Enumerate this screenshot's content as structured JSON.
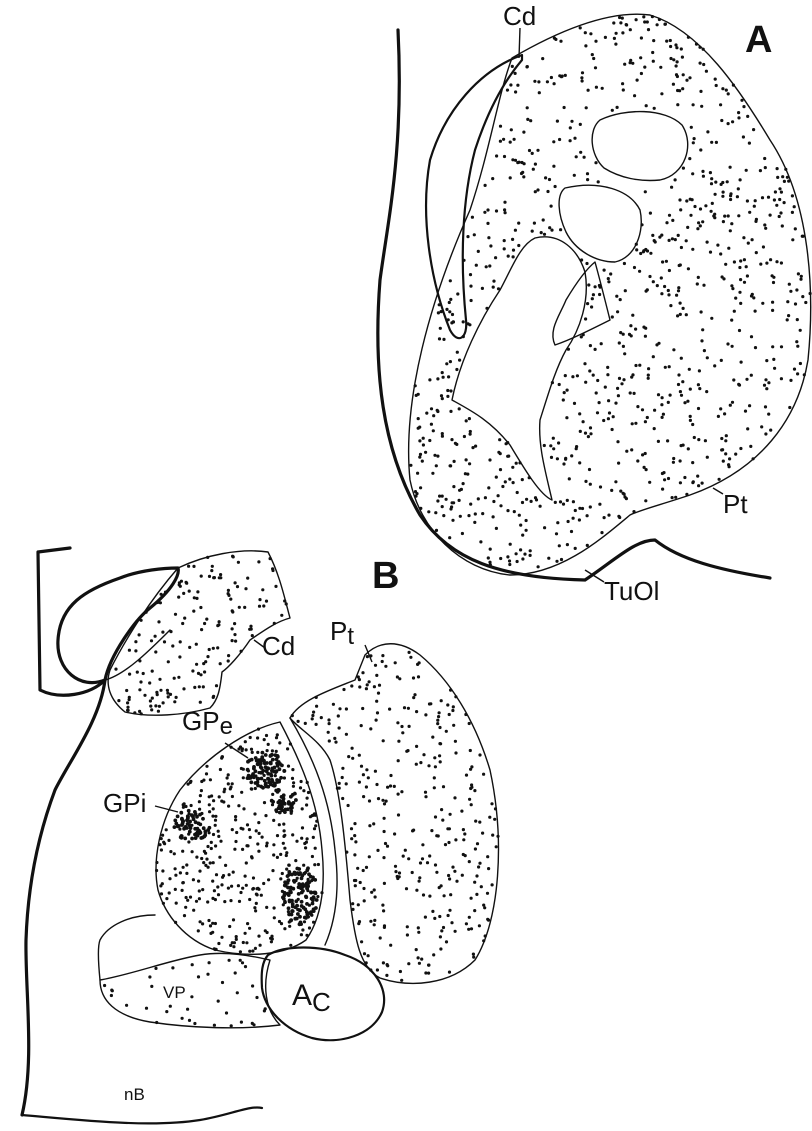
{
  "panels": {
    "a": {
      "letter": "A",
      "labels": {
        "caudate": "Cd",
        "putamen": "Pt",
        "olfactory_tubercle": "TuOl"
      }
    },
    "b": {
      "letter": "B",
      "labels": {
        "caudate": "Cd",
        "putamen_main": "P",
        "putamen_sub": "t",
        "gp_external_main": "GP",
        "gp_external_sub": "e",
        "gp_internal": "GPi",
        "ventral_pallidum": "VP",
        "nucleus_basalis": "nB",
        "anterior_commissure_main": "A",
        "anterior_commissure_sub": "C"
      }
    }
  },
  "colors": {
    "ink": "#111111",
    "background": "#ffffff"
  }
}
